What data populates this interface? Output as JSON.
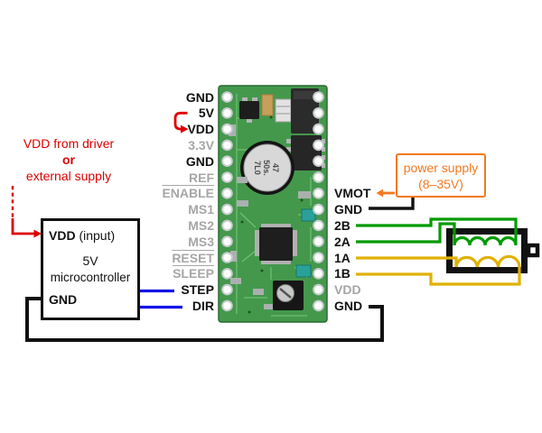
{
  "notes": {
    "supply_note": [
      "VDD from driver",
      "or",
      "external supply"
    ]
  },
  "mcu_box": {
    "pin_top_bold": "VDD",
    "pin_top_rest": "(input)",
    "line_mid1": "5V",
    "line_mid2": "microcontroller",
    "pin_bottom": "GND"
  },
  "power_supply_box": {
    "line1": "power supply",
    "line2": "(8–35V)"
  },
  "driver_board": {
    "left_pins": [
      {
        "label": "GND",
        "style": "dark"
      },
      {
        "label": "5V",
        "style": "dark"
      },
      {
        "label": "VDD",
        "style": "dark"
      },
      {
        "label": "3.3V",
        "style": "gray"
      },
      {
        "label": "GND",
        "style": "dark"
      },
      {
        "label": "REF",
        "style": "gray"
      },
      {
        "label": "ENABLE",
        "style": "gray",
        "overline": true
      },
      {
        "label": "MS1",
        "style": "gray"
      },
      {
        "label": "MS2",
        "style": "gray"
      },
      {
        "label": "MS3",
        "style": "gray"
      },
      {
        "label": "RESET",
        "style": "gray",
        "overline": true
      },
      {
        "label": "SLEEP",
        "style": "gray",
        "overline": true
      },
      {
        "label": "STEP",
        "style": "dark"
      },
      {
        "label": "DIR",
        "style": "dark"
      }
    ],
    "right_pins": [
      {
        "label": "VMOT",
        "style": "dark",
        "row": 7
      },
      {
        "label": "GND",
        "style": "dark",
        "row": 8
      },
      {
        "label": "2B",
        "style": "dark",
        "row": 9
      },
      {
        "label": "2A",
        "style": "dark",
        "row": 10
      },
      {
        "label": "1A",
        "style": "dark",
        "row": 11
      },
      {
        "label": "1B",
        "style": "dark",
        "row": 12
      },
      {
        "label": "VDD",
        "style": "gray",
        "row": 13
      },
      {
        "label": "GND",
        "style": "dark",
        "row": 14
      }
    ],
    "capacitor_marking": [
      "47",
      "50s.",
      "7L0"
    ]
  },
  "colors": {
    "red": "#dd0000",
    "blue": "#1414e6",
    "green": "#009b00",
    "yellow": "#e0b104",
    "orange": "#f4791f",
    "wire_black": "#111111",
    "label_dark": "#111111",
    "label_gray": "#a6a6a6",
    "pcb": "#44984c",
    "pcb_trace": "#6fbe74"
  }
}
